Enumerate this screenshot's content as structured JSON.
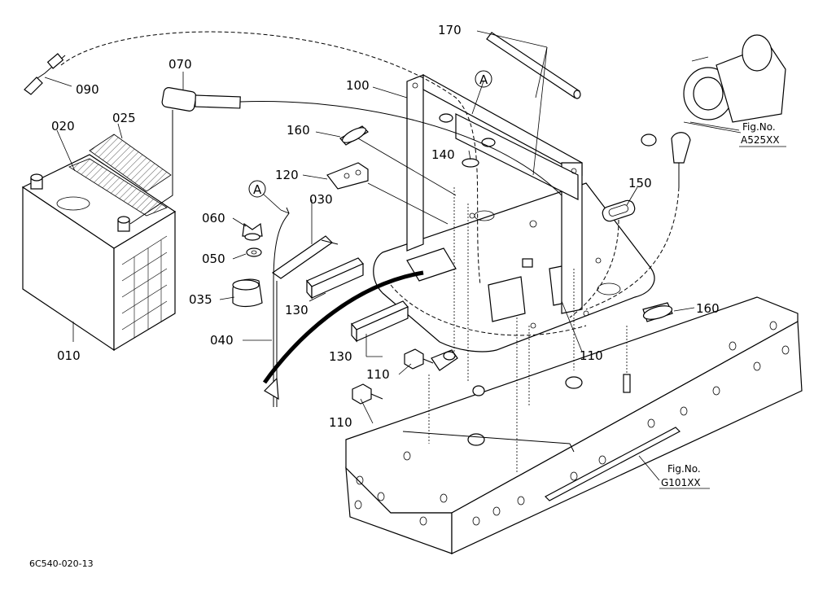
{
  "callouts": {
    "c010": "010",
    "c020": "020",
    "c025": "025",
    "c030": "030",
    "c035": "035",
    "c040": "040",
    "c050": "050",
    "c060": "060",
    "c070": "070",
    "c090": "090",
    "c100": "100",
    "c110a": "110",
    "c110b": "110",
    "c110c": "110",
    "c120": "120",
    "c130a": "130",
    "c130b": "130",
    "c140": "140",
    "c150": "150",
    "c160a": "160",
    "c160b": "160",
    "c170": "170",
    "refA1": "A",
    "refA2": "A"
  },
  "figure_refs": {
    "starter_label": "Fig.No.",
    "starter_code": "A525XX",
    "frame_label": "Fig.No.",
    "frame_code": "G101XX"
  },
  "drawing_code": "6C540-020-13"
}
